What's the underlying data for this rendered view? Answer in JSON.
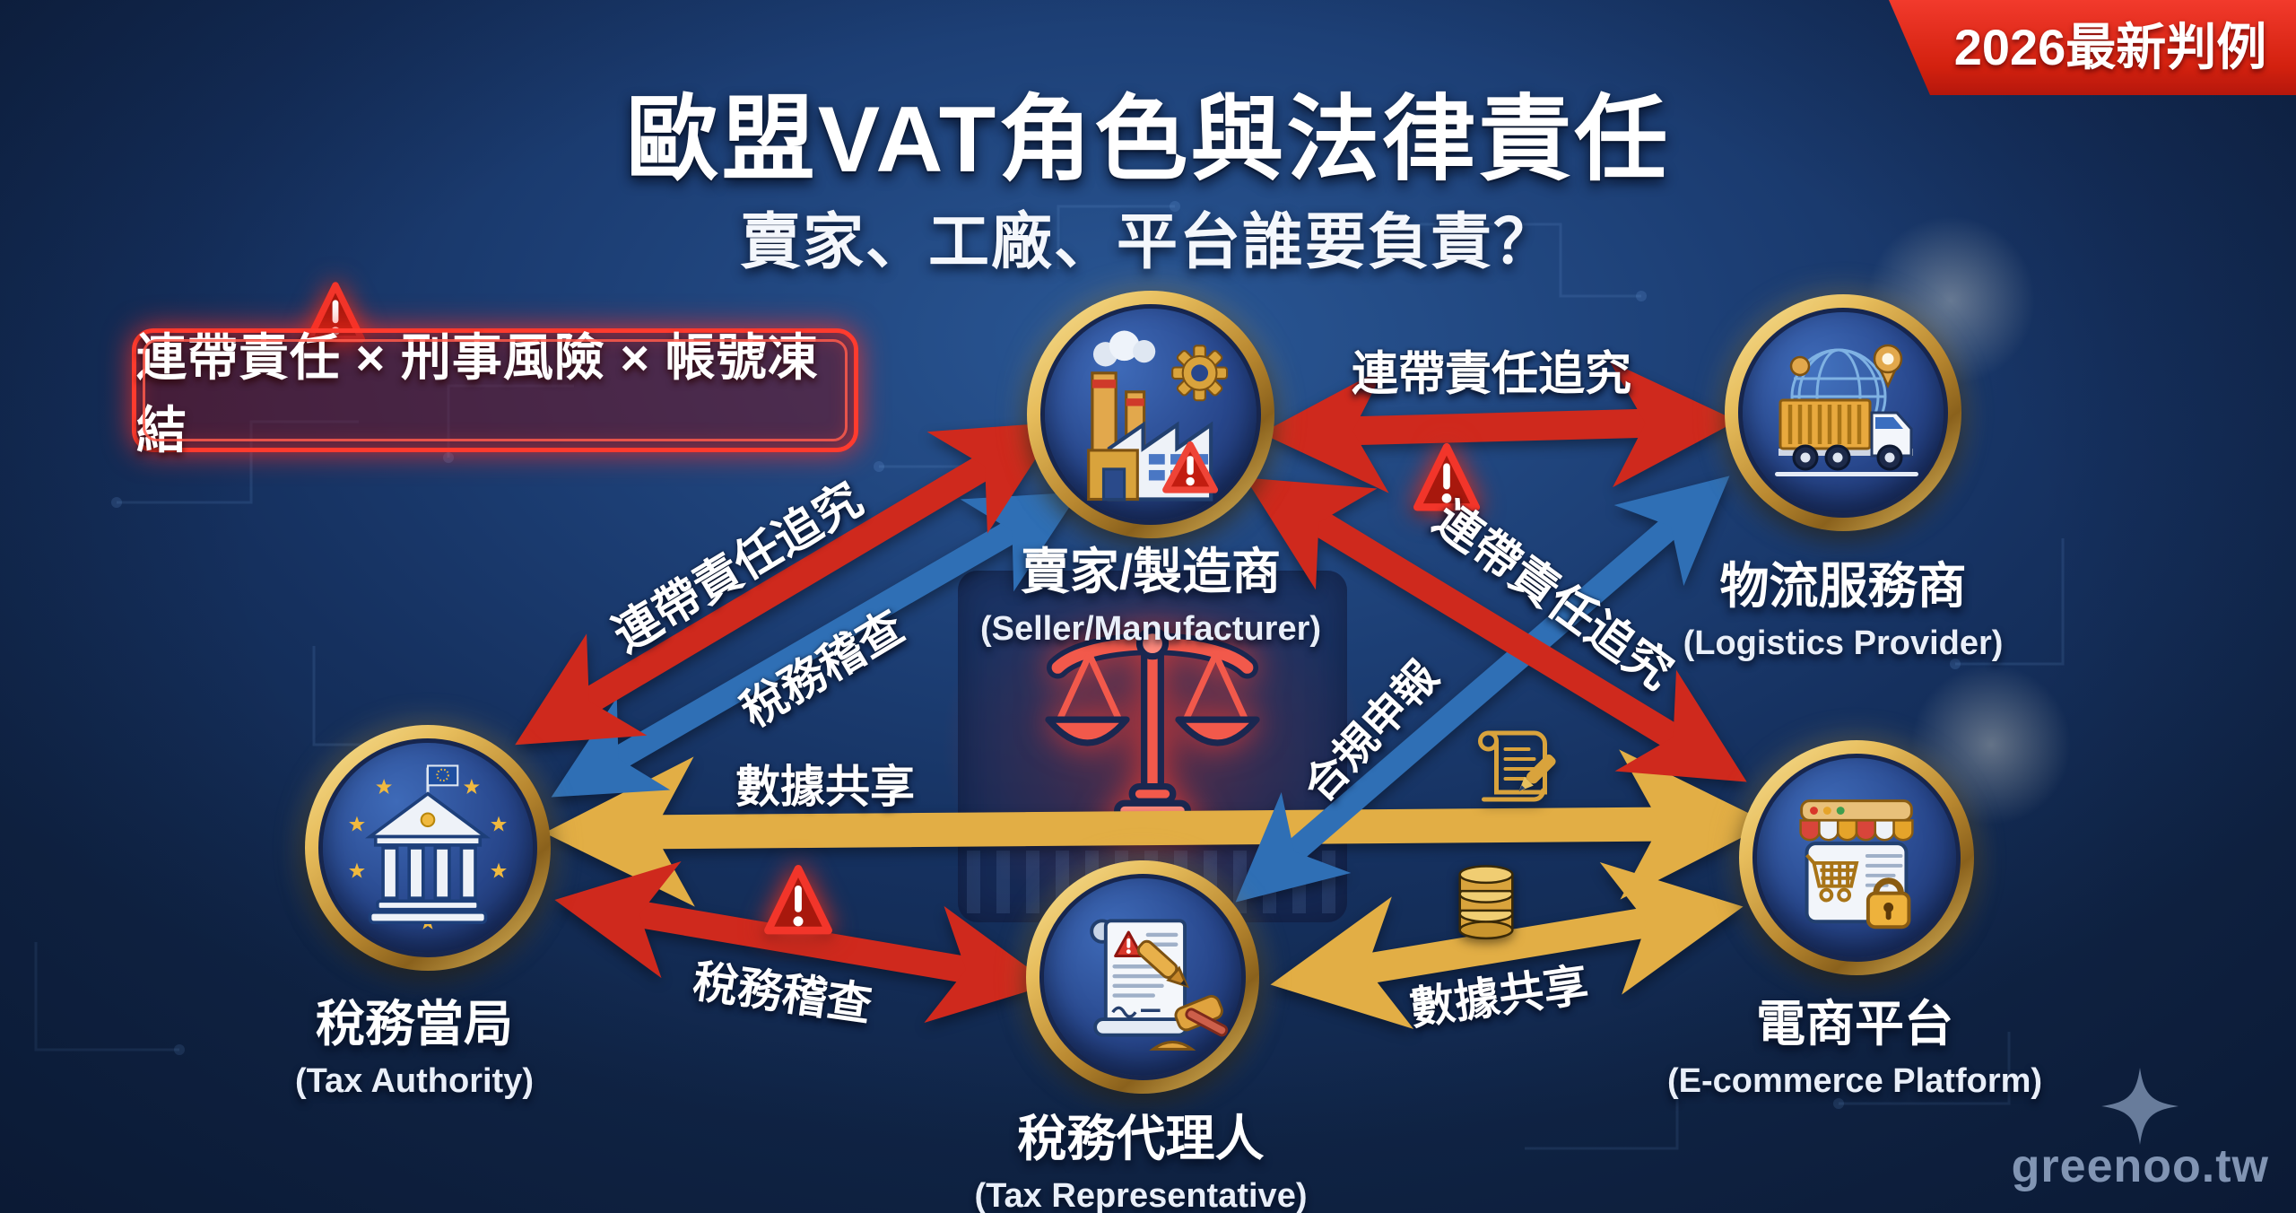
{
  "header": {
    "title": "歐盟VAT角色與法律責任",
    "subtitle": "賣家、工廠、平台誰要負責？",
    "badge": "2026最新判例"
  },
  "warning_banner": {
    "text": "連帶責任 × 刑事風險 × 帳號凍結",
    "icon": "warning-triangle"
  },
  "nodes": {
    "seller": {
      "zh": "賣家/製造商",
      "en": "(Seller/Manufacturer)",
      "icon": "factory-icon"
    },
    "logistics": {
      "zh": "物流服務商",
      "en": "(Logistics Provider)",
      "icon": "truck-globe-icon"
    },
    "tax_authority": {
      "zh": "稅務當局",
      "en": "(Tax Authority)",
      "icon": "eu-bank-icon"
    },
    "tax_representative": {
      "zh": "稅務代理人",
      "en": "(Tax Representative)",
      "icon": "contract-gavel-icon"
    },
    "platform": {
      "zh": "電商平台",
      "en": "(E-commerce Platform)",
      "icon": "storefront-lock-icon"
    }
  },
  "edges": [
    {
      "from": "seller",
      "to": "logistics",
      "label": "連帶責任追究",
      "color": "#cf291d",
      "bidirectional": true
    },
    {
      "from": "tax_authority",
      "to": "seller",
      "label": "連帶責任追究",
      "color": "#cf291d",
      "bidirectional": true
    },
    {
      "from": "tax_authority",
      "to": "seller",
      "label": "稅務稽查",
      "color": "#2f6fb5",
      "bidirectional": true
    },
    {
      "from": "seller",
      "to": "platform",
      "label": "連帶責任追究",
      "color": "#cf291d",
      "bidirectional": true
    },
    {
      "from": "tax_representative",
      "to": "logistics",
      "label": "合規申報",
      "color": "#2f6fb5",
      "bidirectional": true
    },
    {
      "from": "tax_authority",
      "to": "platform",
      "label": "數據共享",
      "color": "#e2ae45",
      "bidirectional": true
    },
    {
      "from": "tax_authority",
      "to": "tax_representative",
      "label": "稅務稽查",
      "color": "#cf291d",
      "bidirectional": true
    },
    {
      "from": "tax_representative",
      "to": "platform",
      "label": "數據共享",
      "color": "#e2ae45",
      "bidirectional": true
    }
  ],
  "center_icon": "scales-of-justice",
  "decorations": {
    "icons": [
      "contract-pen-icon",
      "coins-icon",
      "sparkle-icon",
      "warning-triangle"
    ]
  },
  "watermark": {
    "text": "greenoo.tw"
  },
  "colors": {
    "background": "#1c3e74",
    "arrow_red": "#cf291d",
    "arrow_blue": "#2f6fb5",
    "arrow_gold": "#e2ae45",
    "ring_gold": "#d9a945",
    "banner_red": "#e3241d",
    "warning_glow": "#ff3b2e"
  }
}
